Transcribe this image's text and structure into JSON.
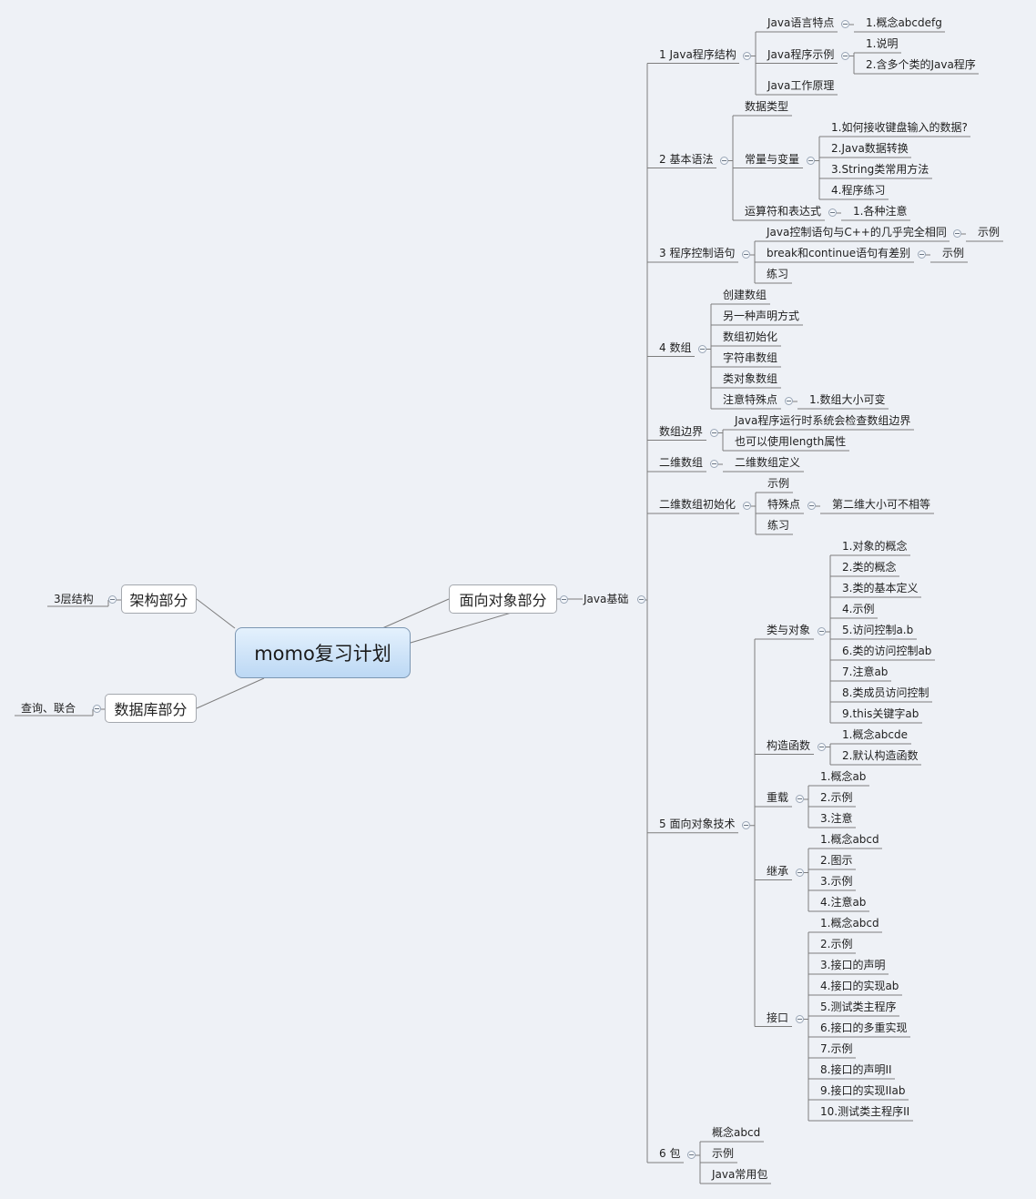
{
  "root": {
    "label": "momo复习计划"
  },
  "left": [
    {
      "label": "架构部分",
      "child": "3层结构"
    },
    {
      "label": "数据库部分",
      "child": "查询、联合"
    }
  ],
  "right_topic": {
    "label": "面向对象部分"
  },
  "java_basics": {
    "label": "Java基础"
  },
  "colors": {
    "line": "#7d7d7d",
    "root_fill": "#c9e1f7",
    "root_border": "#7c97b3",
    "topic_border": "#a4a8ae",
    "background": "#eef1f6"
  },
  "icons": {
    "collapse_toggle": "collapse-toggle-icon (circle with minus)"
  },
  "tree": [
    {
      "label": "1 Java程序结构",
      "children": [
        {
          "label": "Java语言特点",
          "children": [
            {
              "label": "1.概念abcdefg"
            }
          ]
        },
        {
          "label": "Java程序示例",
          "children": [
            {
              "label": "1.说明"
            },
            {
              "label": "2.含多个类的Java程序"
            }
          ]
        },
        {
          "label": "Java工作原理"
        }
      ]
    },
    {
      "label": "2 基本语法",
      "children": [
        {
          "label": "数据类型"
        },
        {
          "label": "常量与变量",
          "children": [
            {
              "label": "1.如何接收键盘输入的数据?"
            },
            {
              "label": "2.Java数据转换"
            },
            {
              "label": "3.String类常用方法"
            },
            {
              "label": "4.程序练习"
            }
          ]
        },
        {
          "label": "运算符和表达式",
          "children": [
            {
              "label": "1.各种注意"
            }
          ]
        }
      ]
    },
    {
      "label": "3 程序控制语句",
      "children": [
        {
          "label": "Java控制语句与C++的几乎完全相同",
          "children": [
            {
              "label": "示例"
            }
          ]
        },
        {
          "label": "break和continue语句有差别",
          "children": [
            {
              "label": "示例"
            }
          ]
        },
        {
          "label": "练习"
        }
      ]
    },
    {
      "label": "4 数组",
      "children": [
        {
          "label": "创建数组"
        },
        {
          "label": "另一种声明方式"
        },
        {
          "label": "数组初始化"
        },
        {
          "label": "字符串数组"
        },
        {
          "label": "类对象数组"
        },
        {
          "label": "注意特殊点",
          "children": [
            {
              "label": "1.数组大小可变"
            }
          ]
        }
      ]
    },
    {
      "label": "数组边界",
      "children": [
        {
          "label": "Java程序运行时系统会检查数组边界"
        },
        {
          "label": "也可以使用length属性"
        }
      ]
    },
    {
      "label": "二维数组",
      "children": [
        {
          "label": "二维数组定义"
        }
      ]
    },
    {
      "label": "二维数组初始化",
      "children": [
        {
          "label": "示例"
        },
        {
          "label": "特殊点",
          "children": [
            {
              "label": "第二维大小可不相等"
            }
          ]
        },
        {
          "label": "练习"
        }
      ]
    },
    {
      "label": "5 面向对象技术",
      "children": [
        {
          "label": "类与对象",
          "children": [
            {
              "label": "1.对象的概念"
            },
            {
              "label": "2.类的概念"
            },
            {
              "label": "3.类的基本定义"
            },
            {
              "label": "4.示例"
            },
            {
              "label": "5.访问控制a.b"
            },
            {
              "label": "6.类的访问控制ab"
            },
            {
              "label": "7.注意ab"
            },
            {
              "label": "8.类成员访问控制"
            },
            {
              "label": "9.this关键字ab"
            }
          ]
        },
        {
          "label": "构造函数",
          "children": [
            {
              "label": "1.概念abcde"
            },
            {
              "label": "2.默认构造函数"
            }
          ]
        },
        {
          "label": "重载",
          "children": [
            {
              "label": "1.概念ab"
            },
            {
              "label": "2.示例"
            },
            {
              "label": "3.注意"
            }
          ]
        },
        {
          "label": "继承",
          "children": [
            {
              "label": "1.概念abcd"
            },
            {
              "label": "2.图示"
            },
            {
              "label": "3.示例"
            },
            {
              "label": "4.注意ab"
            }
          ]
        },
        {
          "label": "接口",
          "children": [
            {
              "label": "1.概念abcd"
            },
            {
              "label": "2.示例"
            },
            {
              "label": "3.接口的声明"
            },
            {
              "label": "4.接口的实现ab"
            },
            {
              "label": "5.测试类主程序"
            },
            {
              "label": "6.接口的多重实现"
            },
            {
              "label": "7.示例"
            },
            {
              "label": "8.接口的声明II"
            },
            {
              "label": "9.接口的实现IIab"
            },
            {
              "label": "10.测试类主程序II"
            }
          ]
        }
      ]
    },
    {
      "label": "6 包",
      "children": [
        {
          "label": "概念abcd"
        },
        {
          "label": "示例"
        },
        {
          "label": "Java常用包"
        }
      ]
    }
  ]
}
